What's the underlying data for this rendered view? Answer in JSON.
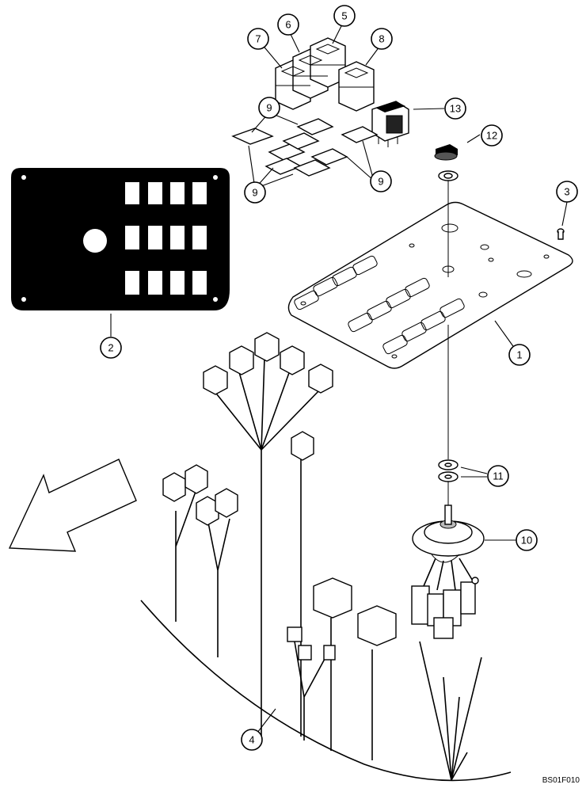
{
  "callouts": [
    {
      "id": "1",
      "label": "1"
    },
    {
      "id": "2",
      "label": "2"
    },
    {
      "id": "3",
      "label": "3"
    },
    {
      "id": "4",
      "label": "4"
    },
    {
      "id": "5",
      "label": "5"
    },
    {
      "id": "6",
      "label": "6"
    },
    {
      "id": "7",
      "label": "7"
    },
    {
      "id": "8",
      "label": "8"
    },
    {
      "id": "9a",
      "label": "9"
    },
    {
      "id": "9b",
      "label": "9"
    },
    {
      "id": "9c",
      "label": "9"
    },
    {
      "id": "10",
      "label": "10"
    },
    {
      "id": "11",
      "label": "11"
    },
    {
      "id": "12",
      "label": "12"
    },
    {
      "id": "13",
      "label": "13"
    }
  ],
  "figure_code": "BS01F010"
}
